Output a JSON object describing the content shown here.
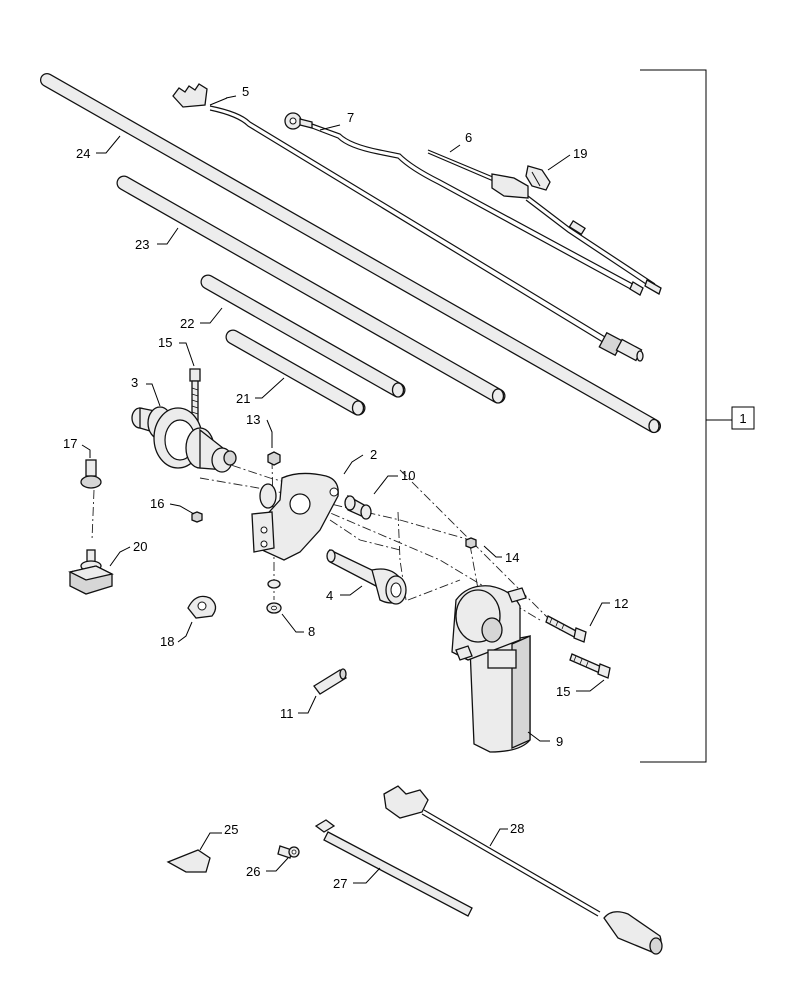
{
  "callouts": {
    "c1": "1",
    "c2": "2",
    "c3": "3",
    "c4": "4",
    "c5": "5",
    "c6": "6",
    "c7": "7",
    "c8": "8",
    "c9": "9",
    "c10": "10",
    "c11": "11",
    "c12": "12",
    "c13": "13",
    "c14": "14",
    "c15a": "15",
    "c15b": "15",
    "c16": "16",
    "c17": "17",
    "c18": "18",
    "c19": "19",
    "c20": "20",
    "c21": "21",
    "c22": "22",
    "c23": "23",
    "c24": "24",
    "c25": "25",
    "c26": "26",
    "c27": "27",
    "c28": "28"
  }
}
